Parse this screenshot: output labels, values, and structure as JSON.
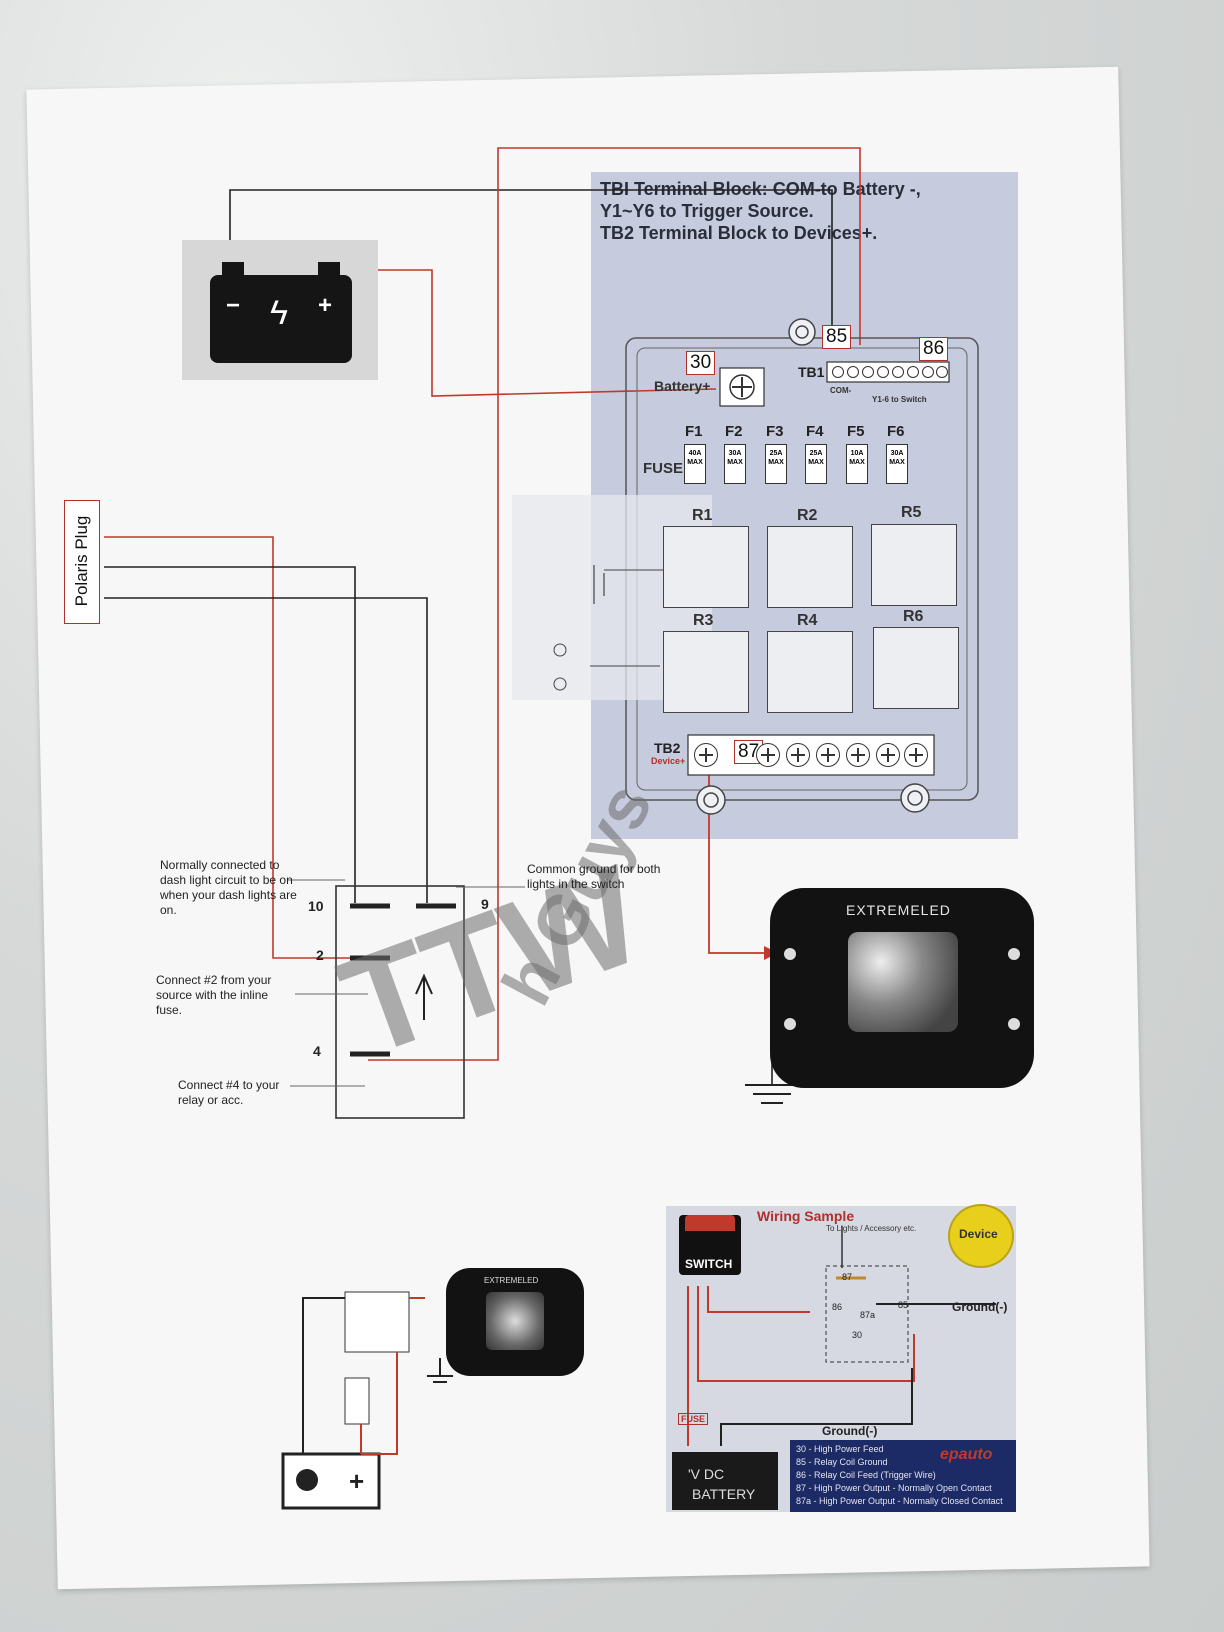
{
  "terminal_block": {
    "title_line1": "TBI Terminal Block: COM-to Battery -,",
    "title_line2": "Y1~Y6 to Trigger Source.",
    "title_line3": "TB2 Terminal Block to Devices+.",
    "label_30": "30",
    "label_85": "85",
    "label_86": "86",
    "label_87": "87",
    "battery_plus": "Battery+",
    "tb1": "TB1",
    "tb1_sub": "COM-",
    "tb1_sub2": "Y1-6 to Switch",
    "fuse_label": "FUSE",
    "fuses": [
      {
        "name": "F1",
        "rating": "40A MAX"
      },
      {
        "name": "F2",
        "rating": "30A MAX"
      },
      {
        "name": "F3",
        "rating": "25A MAX"
      },
      {
        "name": "F4",
        "rating": "25A MAX"
      },
      {
        "name": "F5",
        "rating": "10A MAX"
      },
      {
        "name": "F6",
        "rating": "30A MAX"
      }
    ],
    "relays": [
      "R1",
      "R2",
      "R3",
      "R4",
      "R5",
      "R6"
    ],
    "tb2": "TB2",
    "tb2_sub": "Device+"
  },
  "polaris_plug": "Polaris Plug",
  "switch_notes": {
    "note_10": "Normally connected to dash light circuit to be on when your dash lights are on.",
    "note_common": "Common ground for both lights in the switch",
    "note_2": "Connect #2 from your source with the inline fuse.",
    "note_4": "Connect #4 to your relay or acc.",
    "pin_10": "10",
    "pin_9": "9",
    "pin_2": "2",
    "pin_4": "4"
  },
  "watermark": {
    "line1": "TTW",
    "line2": "h Guys"
  },
  "light_brand": "EXTREMELED",
  "wiring_sample": {
    "title": "Wiring Sample",
    "switch": "SWITCH",
    "to_lights": "To Lights / Accessory etc.",
    "device": "Device",
    "ground_right": "Ground(-)",
    "ground_bottom": "Ground(-)",
    "fuse": "FUSE",
    "battery_line1": "'V DC",
    "battery_line2": "BATTERY",
    "pin_87": "87",
    "pin_87a": "87a",
    "pin_86": "86",
    "pin_85": "85",
    "pin_30": "30",
    "brand": "epauto",
    "legend": [
      "30 - High Power Feed",
      "85 - Relay Coil Ground",
      "86 - Relay Coil Feed (Trigger Wire)",
      "87 - High Power Output - Normally Open Contact",
      "87a - High Power Output - Normally Closed Contact"
    ]
  },
  "colors": {
    "wire_red": "#c0392b",
    "wire_black": "#222222",
    "panel": "#c6cbdd",
    "device_yellow": "#e7cf1c"
  }
}
